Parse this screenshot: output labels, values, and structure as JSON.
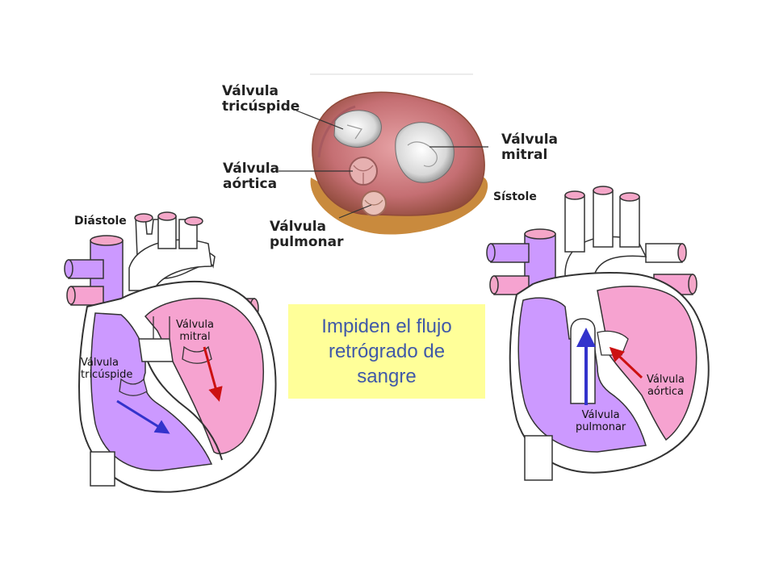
{
  "colors": {
    "background": "#ffffff",
    "right_side_purple": "#cc99ff",
    "left_side_pink": "#f6a3d0",
    "vessel_tip_pink": "#f4a6c8",
    "arrow_blue": "#3333cc",
    "arrow_red": "#cc1111",
    "note_box_fill": "#ffff99",
    "note_text": "#4059a8"
  },
  "photo": {
    "labels": {
      "tricuspid": "Válvula\ntricúspide",
      "aortic": "Válvula\naórtica",
      "pulmonary": "Válvula\npulmonar",
      "mitral": "Válvula\nmitral"
    }
  },
  "diastole": {
    "title": "Diástole",
    "labels": {
      "tricuspid": "Válvula\ntricúspide",
      "mitral": "Válvula\nmitral"
    }
  },
  "systole": {
    "title": "Sístole",
    "labels": {
      "aortic": "Válvula\naórtica",
      "pulmonary": "Válvula\npulmonar"
    }
  },
  "note": {
    "text": "Impiden el flujo\nretrógrado de\nsangre"
  }
}
